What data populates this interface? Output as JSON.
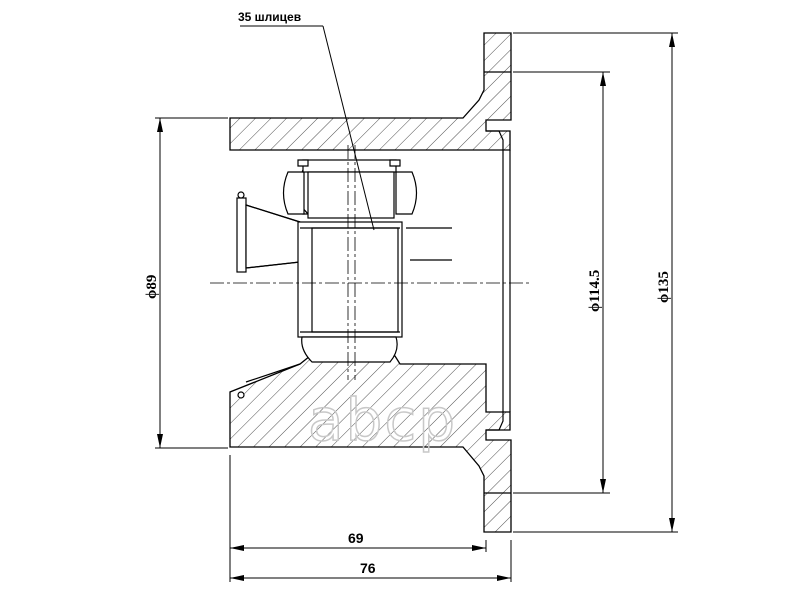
{
  "callout": {
    "splines": "35 шлицев"
  },
  "dimensions": {
    "inner_length": "69",
    "overall_length": "76",
    "bore_diameter": "ϕ89",
    "bolt_circle_diameter": "ϕ114.5",
    "flange_diameter": "ϕ135"
  },
  "watermark": {
    "brand": "abcp"
  }
}
